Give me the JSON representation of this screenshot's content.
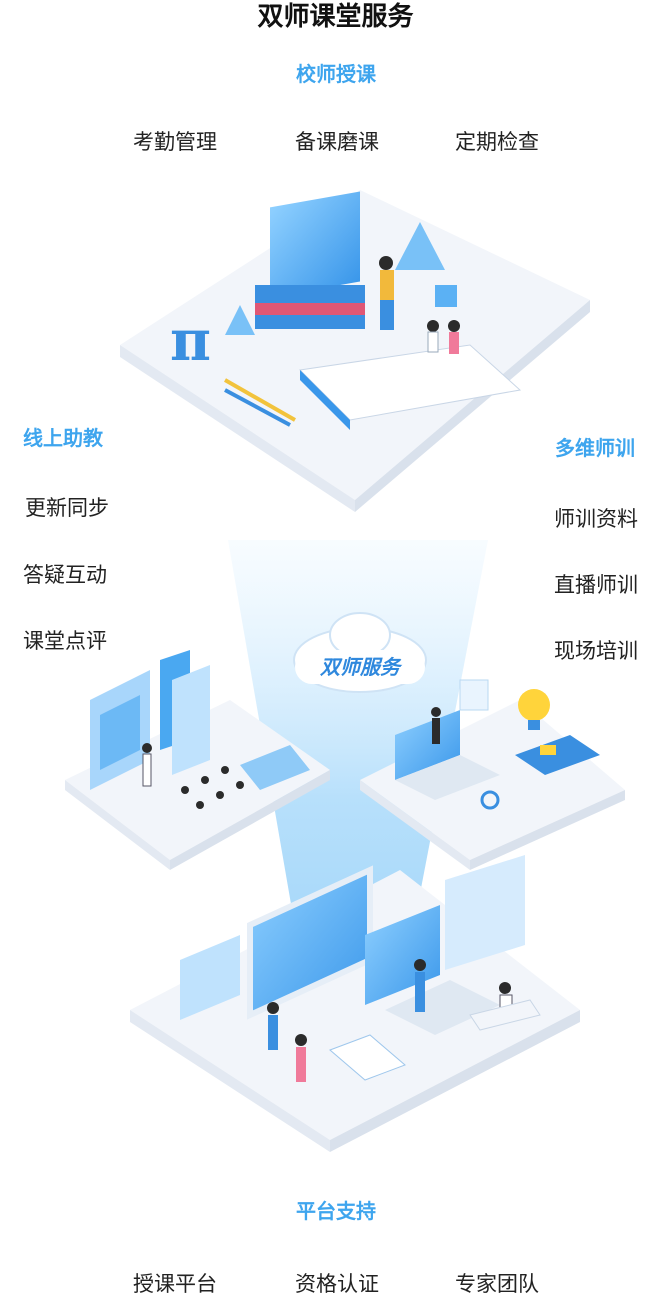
{
  "title": "双师课堂服务",
  "top_section": {
    "heading": "校师授课",
    "items": [
      "考勤管理",
      "备课磨课",
      "定期检查"
    ]
  },
  "left_section": {
    "heading": "线上助教",
    "items": [
      "更新同步",
      "答疑互动",
      "课堂点评"
    ]
  },
  "right_section": {
    "heading": "多维师训",
    "items": [
      "师训资料",
      "直播师训",
      "现场培训"
    ]
  },
  "center_badge": "双师服务",
  "bottom_section": {
    "heading": "平台支持",
    "items": [
      "授课平台",
      "资格认证",
      "专家团队"
    ]
  },
  "colors": {
    "accent": "#3ea5ee",
    "text": "#222222",
    "title": "#111111"
  }
}
